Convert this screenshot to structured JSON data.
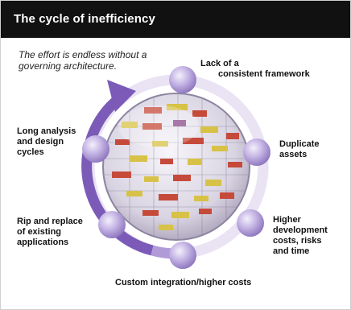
{
  "header": {
    "title": "The cycle of inefficiency"
  },
  "diagram": {
    "subtitle": "The effort is endless without a governing architecture.",
    "stages": [
      {
        "id": "lack-framework",
        "label_lines": [
          "Lack of a",
          "consistent framework"
        ]
      },
      {
        "id": "duplicate-assets",
        "label_lines": [
          "Duplicate",
          "assets"
        ]
      },
      {
        "id": "higher-costs",
        "label_lines": [
          "Higher",
          "development",
          "costs, risks",
          "and time"
        ]
      },
      {
        "id": "custom-integration",
        "label_lines": [
          "Custom integration/higher costs"
        ]
      },
      {
        "id": "rip-replace",
        "label_lines": [
          "Rip and replace",
          "of existing",
          "applications"
        ]
      },
      {
        "id": "long-analysis",
        "label_lines": [
          "Long analysis",
          "and design",
          "cycles"
        ]
      }
    ],
    "colors": {
      "header_bg": "#111111",
      "ring_dark": "#7b5ab8",
      "ring_light": "#e6dff3",
      "node_color": "#b39ddb"
    }
  }
}
